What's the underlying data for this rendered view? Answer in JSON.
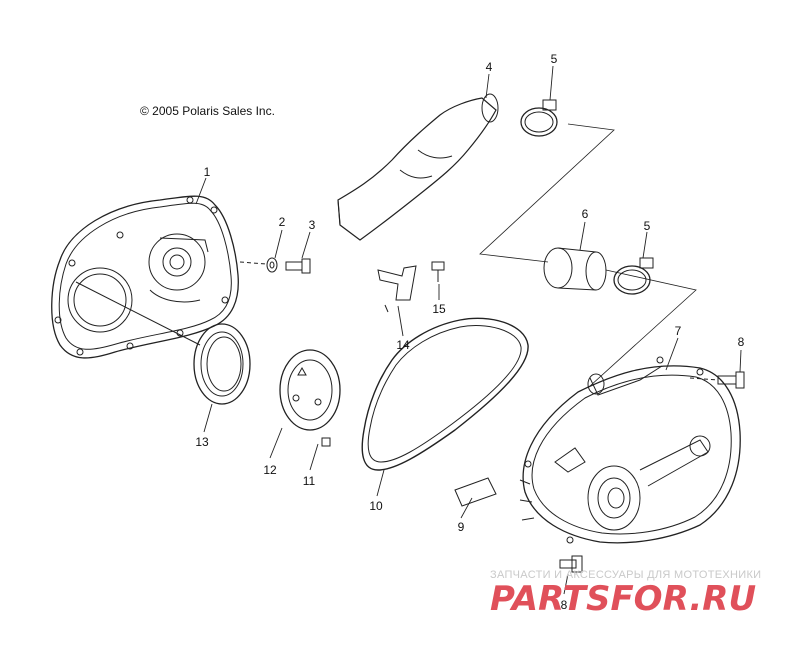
{
  "copyright": "© 2005 Polaris Sales Inc.",
  "callouts": [
    {
      "id": "1",
      "label": "1"
    },
    {
      "id": "2",
      "label": "2"
    },
    {
      "id": "3",
      "label": "3"
    },
    {
      "id": "4",
      "label": "4"
    },
    {
      "id": "5a",
      "label": "5"
    },
    {
      "id": "5b",
      "label": "5"
    },
    {
      "id": "6",
      "label": "6"
    },
    {
      "id": "7",
      "label": "7"
    },
    {
      "id": "8a",
      "label": "8"
    },
    {
      "id": "8b",
      "label": "8"
    },
    {
      "id": "9",
      "label": "9"
    },
    {
      "id": "10",
      "label": "10"
    },
    {
      "id": "11",
      "label": "11"
    },
    {
      "id": "12",
      "label": "12"
    },
    {
      "id": "13",
      "label": "13"
    },
    {
      "id": "14",
      "label": "14"
    },
    {
      "id": "15",
      "label": "15"
    }
  ],
  "watermark": {
    "tagline": "ЗАПЧАСТИ И АКСЕССУАРЫ ДЛЯ МОТОТЕХНИКИ",
    "logo_text": "PARTSFOR.RU",
    "logo_color": "#e0505a"
  },
  "colors": {
    "line": "#222222",
    "background": "#ffffff"
  }
}
